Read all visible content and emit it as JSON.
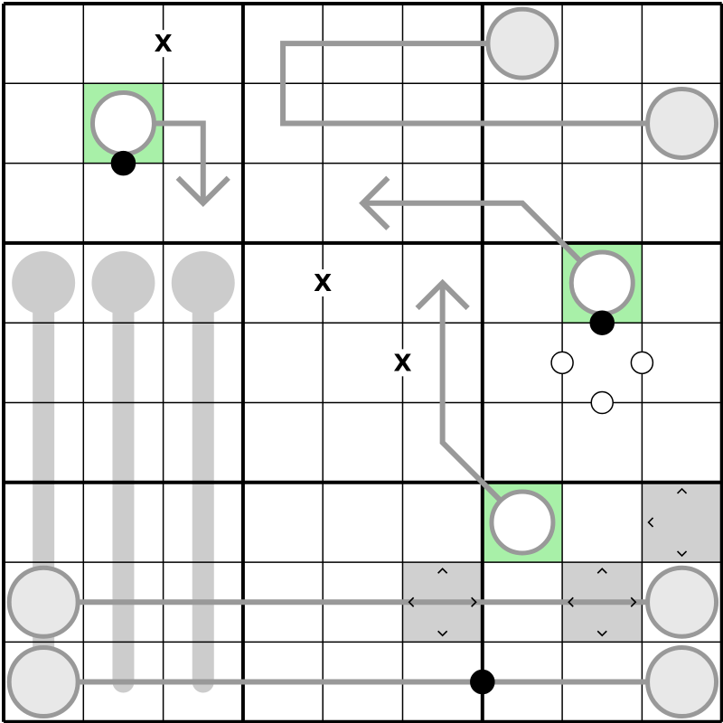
{
  "puzzle": {
    "rows": 9,
    "cols": 9,
    "box_size": 3,
    "colors": {
      "background": "#ffffff",
      "grid_line": "#000000",
      "highlight": "#a8f0a8",
      "shade": "#d0d0d0",
      "line_gray": "#999999",
      "thermo_gray": "#cccccc",
      "bulb_fill": "#e8e8e8",
      "dot_black": "#000000",
      "dot_white": "#ffffff"
    },
    "highlighted_cells": [
      [
        1,
        1
      ],
      [
        3,
        7
      ],
      [
        6,
        6
      ]
    ],
    "shaded_cells": [
      [
        6,
        8
      ],
      [
        7,
        5
      ],
      [
        7,
        7
      ]
    ],
    "thermometers": [
      {
        "path": [
          [
            3,
            0
          ],
          [
            8,
            0
          ]
        ]
      },
      {
        "path": [
          [
            3,
            1
          ],
          [
            8,
            1
          ]
        ]
      },
      {
        "path": [
          [
            3,
            2
          ],
          [
            8,
            2
          ]
        ]
      }
    ],
    "arrows": [
      {
        "bulb": [
          1,
          1
        ],
        "path": [
          [
            1,
            1
          ],
          [
            1,
            2
          ],
          [
            2,
            2
          ]
        ]
      },
      {
        "bulb": [
          3,
          7
        ],
        "path": [
          [
            3,
            7
          ],
          [
            2,
            6
          ],
          [
            2,
            4
          ]
        ]
      },
      {
        "bulb": [
          6,
          6
        ],
        "path": [
          [
            6,
            6
          ],
          [
            5,
            5
          ],
          [
            3,
            5
          ]
        ]
      }
    ],
    "big_circles": [
      [
        0,
        6
      ],
      [
        1,
        8
      ],
      [
        7,
        0
      ],
      [
        8,
        0
      ],
      [
        7,
        8
      ],
      [
        8,
        8
      ]
    ],
    "connector_lines": [
      {
        "path": [
          [
            0,
            6
          ],
          [
            0,
            3
          ],
          [
            1,
            3
          ],
          [
            1,
            8
          ]
        ]
      },
      {
        "path": [
          [
            7,
            0
          ],
          [
            7,
            8
          ]
        ]
      },
      {
        "path": [
          [
            8,
            0
          ],
          [
            8,
            8
          ]
        ]
      }
    ],
    "dots": [
      {
        "type": "black",
        "between": [
          [
            1,
            1
          ],
          [
            2,
            1
          ]
        ]
      },
      {
        "type": "black",
        "between": [
          [
            3,
            7
          ],
          [
            4,
            7
          ]
        ]
      },
      {
        "type": "black",
        "between": [
          [
            8,
            5
          ],
          [
            8,
            6
          ]
        ]
      },
      {
        "type": "white",
        "between": [
          [
            4,
            6
          ],
          [
            4,
            7
          ]
        ]
      },
      {
        "type": "white",
        "between": [
          [
            4,
            7
          ],
          [
            4,
            8
          ]
        ]
      },
      {
        "type": "white",
        "between": [
          [
            4,
            7
          ],
          [
            5,
            7
          ]
        ]
      }
    ],
    "x_marks": [
      {
        "label": "X",
        "between": [
          [
            0,
            1
          ],
          [
            0,
            2
          ]
        ]
      },
      {
        "label": "X",
        "between": [
          [
            3,
            3
          ],
          [
            3,
            4
          ]
        ]
      },
      {
        "label": "X",
        "between": [
          [
            4,
            4
          ],
          [
            4,
            5
          ]
        ]
      }
    ],
    "chevrons": [
      {
        "cell": [
          6,
          8
        ],
        "sides": [
          "top",
          "left",
          "bottom"
        ]
      },
      {
        "cell": [
          7,
          5
        ],
        "sides": [
          "top",
          "left",
          "right",
          "bottom"
        ]
      },
      {
        "cell": [
          7,
          7
        ],
        "sides": [
          "top",
          "left",
          "right",
          "bottom"
        ]
      }
    ]
  }
}
